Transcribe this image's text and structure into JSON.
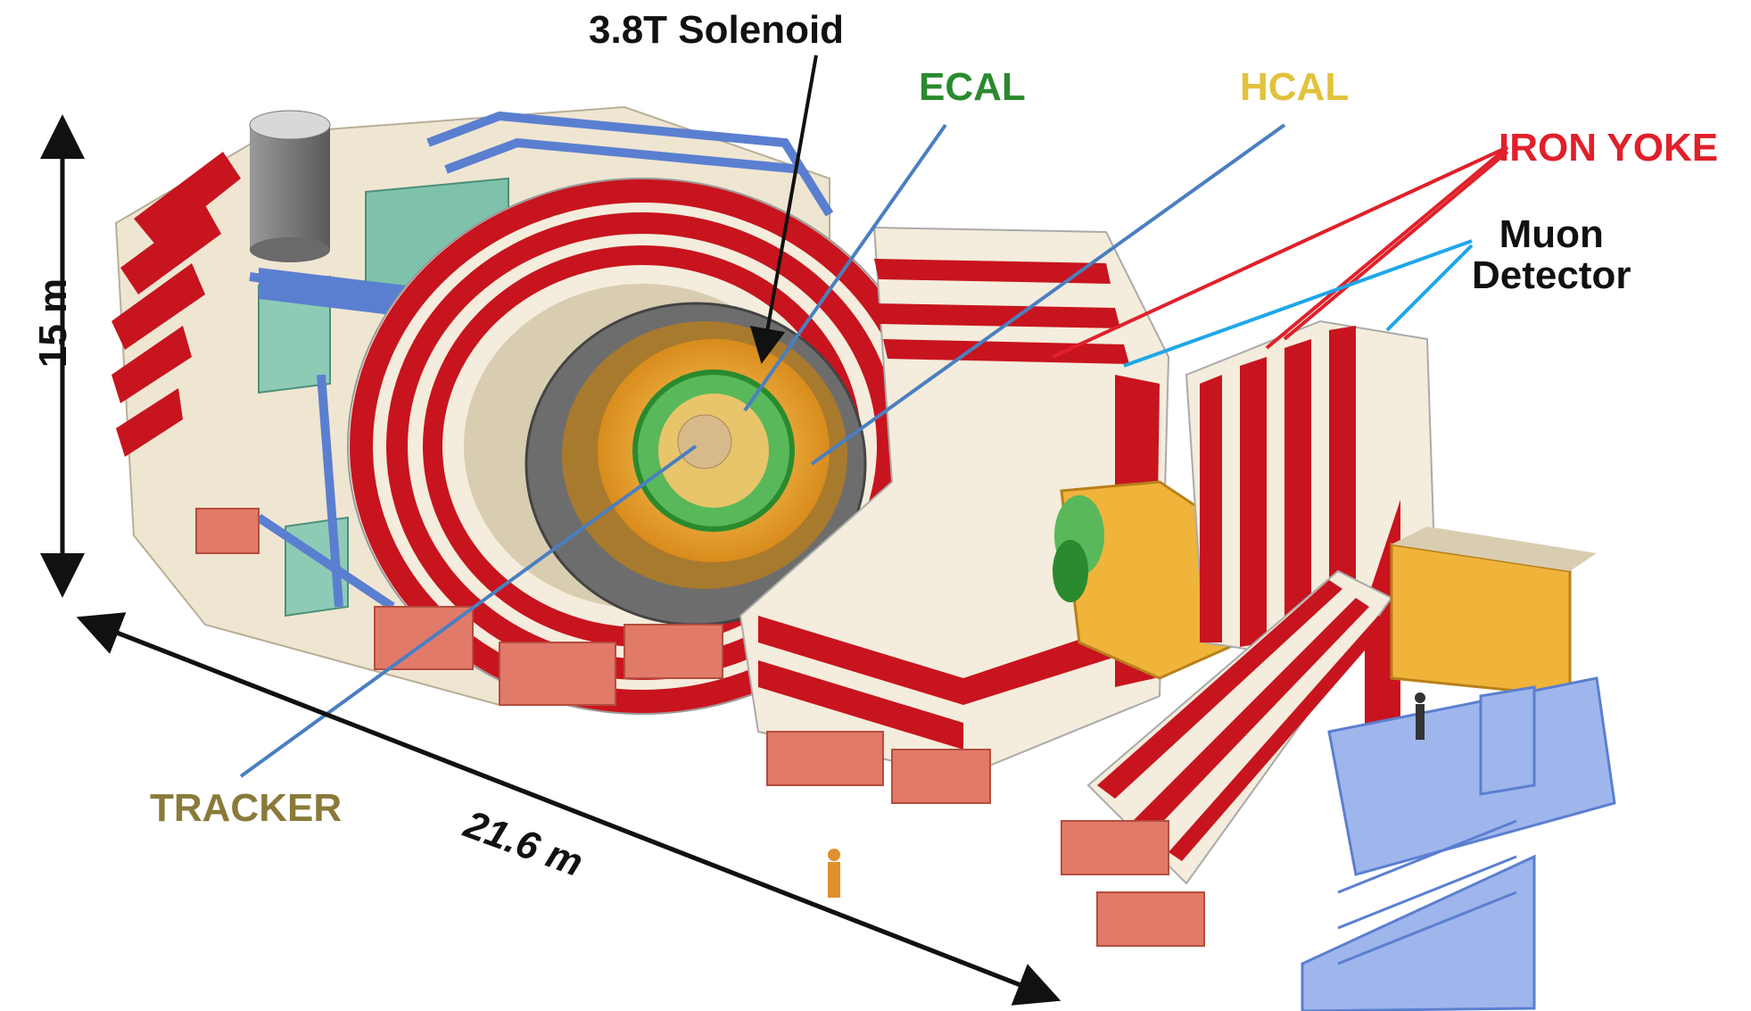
{
  "labels": {
    "solenoid": "3.8T Solenoid",
    "ecal": "ECAL",
    "hcal": "HCAL",
    "iron_yoke": "IRON YOKE",
    "muon_line1": "Muon",
    "muon_line2": "Detector",
    "tracker": "TRACKER",
    "height": "15 m",
    "length": "21.6 m"
  },
  "colors": {
    "ecal": "#2a8a2e",
    "hcal": "#e2c23a",
    "iron_yoke": "#e0202a",
    "tracker": "#8a7a3a",
    "muon_line": "#1ea7e8",
    "leader_blue": "#4a7fc0",
    "yoke_red": "#c8141e",
    "yoke_cream": "#f4ecdc",
    "support_blue": "#5b7fd0",
    "feet": "#e27a6a",
    "calorimeter_gold": "#f0b43a"
  }
}
